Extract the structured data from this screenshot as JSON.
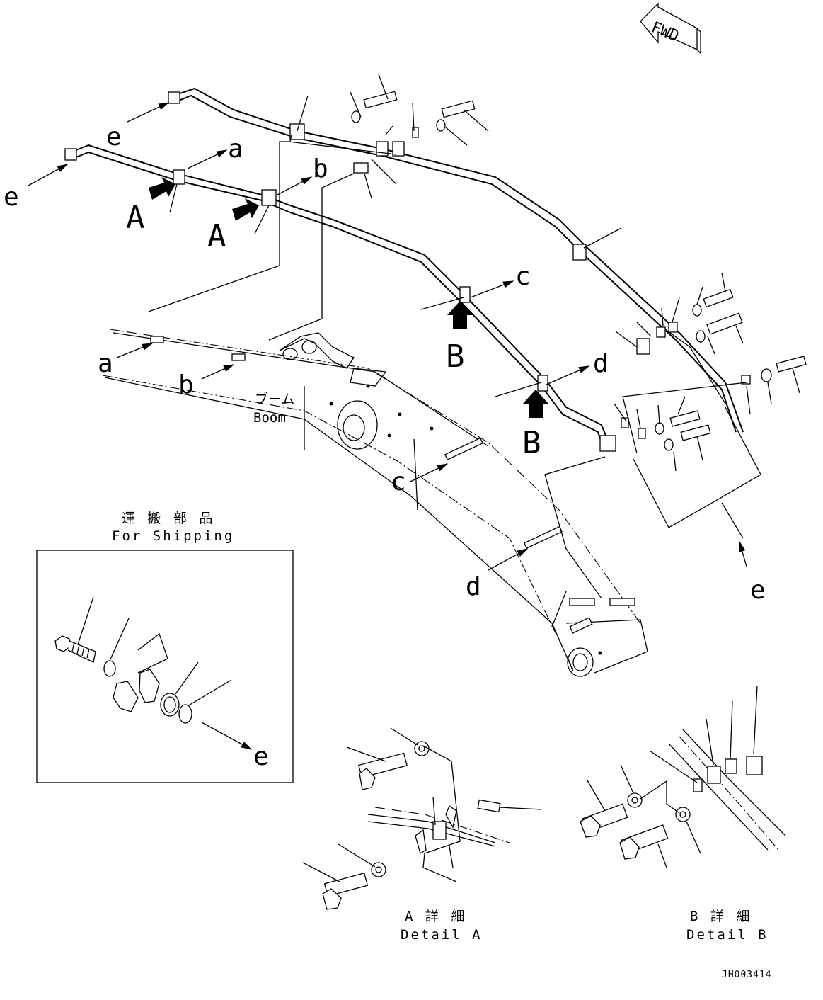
{
  "labels": {
    "fwd": "FWD",
    "boom_jp": "ブーム",
    "boom_en": "Boom",
    "shipping_jp": "運 搬 部 品",
    "shipping_en": "For Shipping",
    "detail_a_jp": "A 詳 細",
    "detail_a_en": "Detail A",
    "detail_b_jp": "B 詳 細",
    "detail_b_en": "Detail B",
    "drawing_id": "JH003414"
  },
  "view_letters": {
    "a": "a",
    "b": "b",
    "c": "c",
    "d": "d",
    "e": "e",
    "A": "A",
    "B": "B"
  }
}
